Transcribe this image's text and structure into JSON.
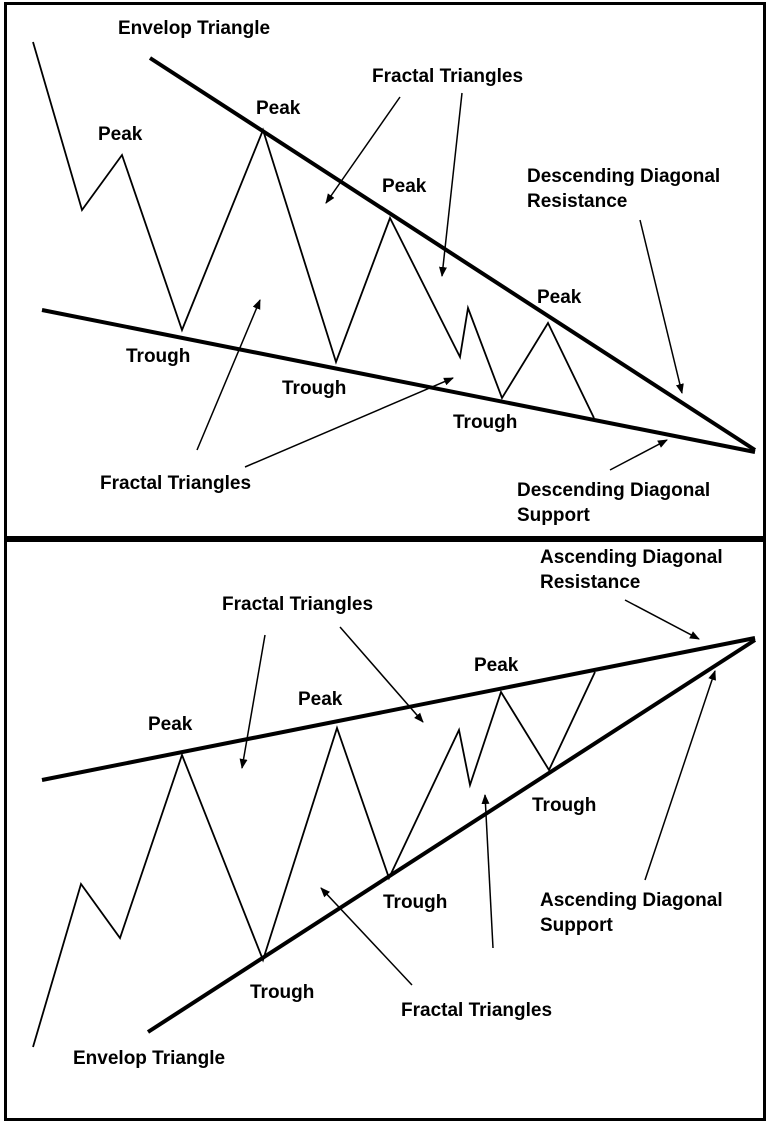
{
  "top_panel": {
    "envelope_label": "Envelop Triangle",
    "fractal_label_upper": "Fractal Triangles",
    "fractal_label_lower": "Fractal Triangles",
    "resistance_label": [
      "Descending Diagonal",
      "Resistance"
    ],
    "support_label": [
      "Descending Diagonal",
      "Support"
    ],
    "peak_labels": [
      "Peak",
      "Peak",
      "Peak",
      "Peak"
    ],
    "trough_labels": [
      "Trough",
      "Trough",
      "Trough"
    ]
  },
  "bottom_panel": {
    "envelope_label": "Envelop Triangle",
    "fractal_label_upper": "Fractal Triangles",
    "fractal_label_lower": "Fractal Triangles",
    "resistance_label": [
      "Ascending Diagonal",
      "Resistance"
    ],
    "support_label": [
      "Ascending Diagonal",
      "Support"
    ],
    "peak_labels": [
      "Peak",
      "Peak",
      "Peak"
    ],
    "trough_labels": [
      "Trough",
      "Trough",
      "Trough"
    ]
  },
  "colors": {
    "line": "#000000",
    "background": "#ffffff"
  }
}
